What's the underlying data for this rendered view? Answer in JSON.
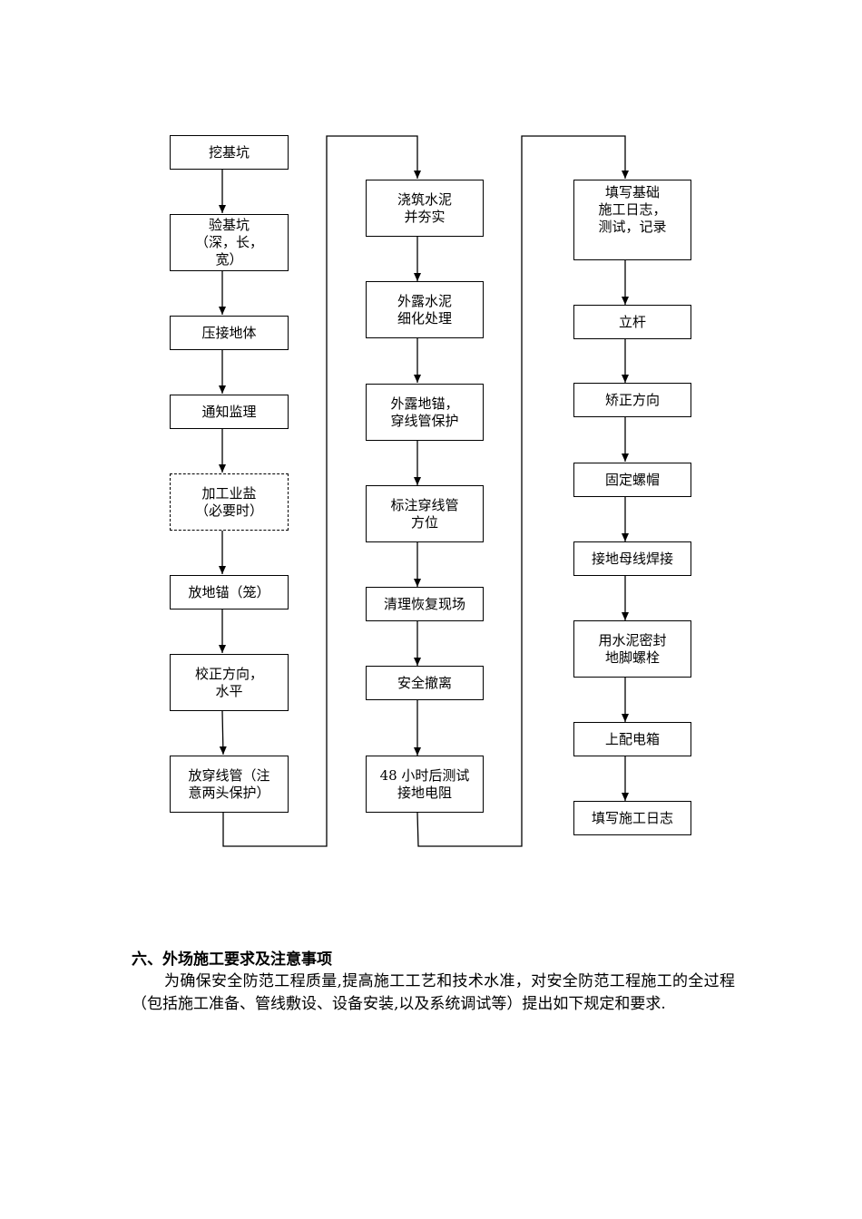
{
  "flowchart": {
    "column1": {
      "step1": "挖基坑",
      "step2": "验基坑\n（深，长，\n宽）",
      "step3": "压接地体",
      "step4": "通知监理",
      "step5": "加工业盐\n（必要时）",
      "step6": "放地锚（笼）",
      "step7": "校正方向，\n水平",
      "step8": "放穿线管（注\n意两头保护）"
    },
    "column2": {
      "step1": "浇筑水泥\n并夯实",
      "step2": "外露水泥\n细化处理",
      "step3": "外露地锚，\n穿线管保护",
      "step4": "标注穿线管\n方位",
      "step5": "清理恢复现场",
      "step6": "安全撤离",
      "step7": "48 小时后测试\n接地电阻"
    },
    "column3": {
      "step1": "填写基础\n施工日志，\n测试，记录",
      "step2": "立杆",
      "step3": "矫正方向",
      "step4": "固定螺帽",
      "step5": "接地母线焊接",
      "step6": "用水泥密封\n地脚螺栓",
      "step7": "上配电箱",
      "step8": "填写施工日志"
    }
  },
  "section": {
    "heading": "六、外场施工要求及注意事项",
    "paragraph": "为确保安全防范工程质量,提高施工工艺和技术水准，对安全防范工程施工的全过程（包括施工准备、管线敷设、设备安装,以及系统调试等）提出如下规定和要求."
  }
}
